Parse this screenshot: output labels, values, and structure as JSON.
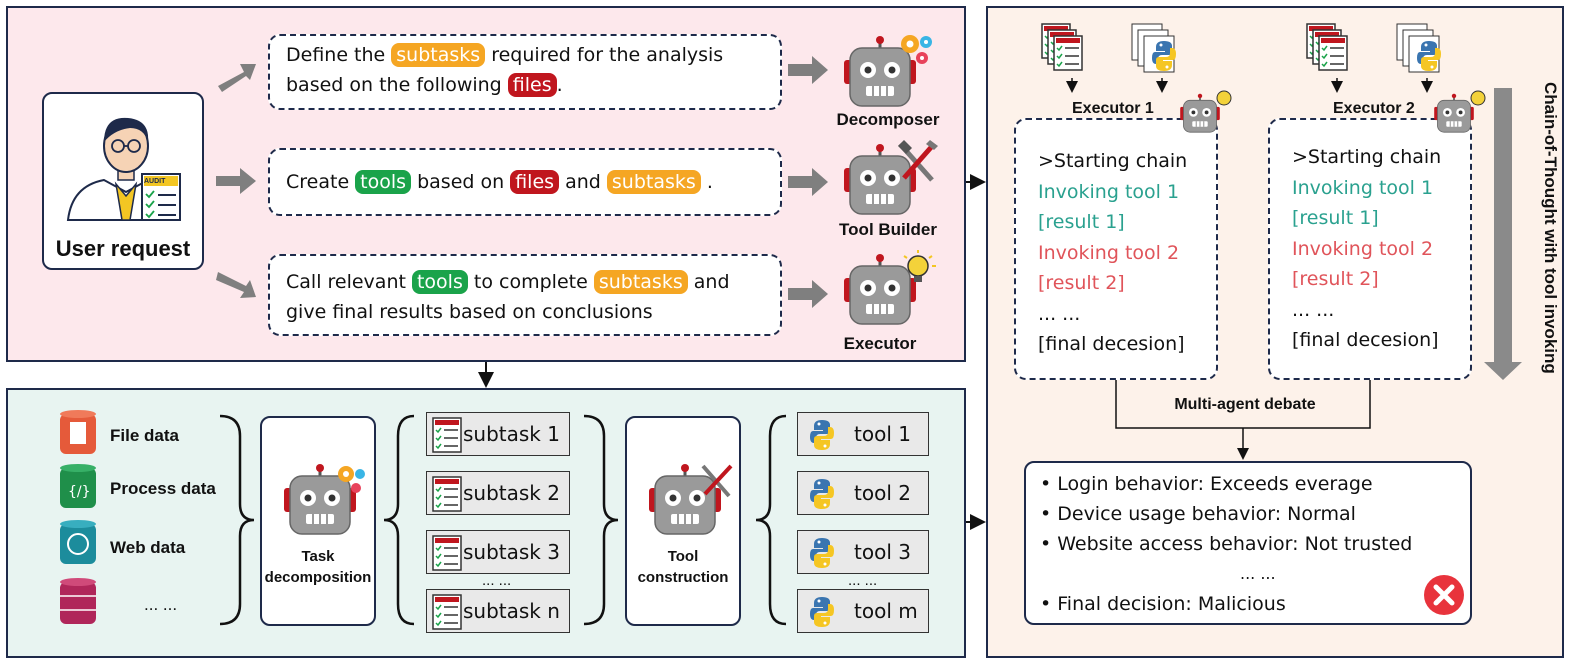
{
  "user": {
    "label": "User request",
    "badge": "AUDIT"
  },
  "tasks": [
    {
      "parts": [
        {
          "t": "Define the "
        },
        {
          "t": "subtasks",
          "c": "o"
        },
        {
          "t": " required for the analysis"
        },
        {
          "br": true
        },
        {
          "t": "based on the following "
        },
        {
          "t": "files",
          "c": "r"
        },
        {
          "t": "."
        }
      ]
    },
    {
      "parts": [
        {
          "t": "Create "
        },
        {
          "t": "tools",
          "c": "g"
        },
        {
          "t": " based on "
        },
        {
          "t": "files",
          "c": "r"
        },
        {
          "t": " and "
        },
        {
          "t": "subtasks",
          "c": "o"
        },
        {
          "t": " ."
        }
      ]
    },
    {
      "parts": [
        {
          "t": "Call relevant "
        },
        {
          "t": "tools",
          "c": "g"
        },
        {
          "t": " to complete "
        },
        {
          "t": "subtasks",
          "c": "o"
        },
        {
          "t": " and"
        },
        {
          "br": true
        },
        {
          "t": "give final results based on conclusions"
        }
      ]
    }
  ],
  "robots": {
    "decomposer": "Decomposer",
    "tool_builder": "Tool Builder",
    "executor": "Executor"
  },
  "data_sources": [
    "File data",
    "Process data",
    "Web data",
    "... ..."
  ],
  "task_decomposition": "Task decomposition",
  "tool_construction": "Tool construction",
  "subtasks": [
    "subtask 1",
    "subtask 2",
    "subtask 3",
    "subtask n"
  ],
  "tools": [
    "tool 1",
    "tool 2",
    "tool 3",
    "tool m"
  ],
  "ellipsis": "... ...",
  "executors": [
    {
      "title": "Executor 1",
      "lines": [
        ">Starting chain",
        "Invoking tool 1",
        "[result 1]",
        "Invoking tool 2",
        "[result 2]",
        "... ...",
        "[final decesion]"
      ]
    },
    {
      "title": "Executor 2",
      "lines": [
        ">Starting chain",
        "Invoking tool 1",
        "[result 1]",
        "Invoking tool 2",
        "[result 2]",
        "... ...",
        "[final decesion]"
      ]
    }
  ],
  "vertical_label": "Chain-of-Thought with tool invoking",
  "debate_label": "Multi-agent debate",
  "results": [
    "Login behavior: Exceeds everage",
    "Device usage behavior: Normal",
    "Website access behavior: Not trusted",
    "... ...",
    "Final decision: Malicious"
  ],
  "colors": {
    "orange": "#f5a623",
    "red": "#c0161e",
    "green": "#1aa34a",
    "teal": "#2aa18f",
    "salmon": "#e0545a"
  }
}
